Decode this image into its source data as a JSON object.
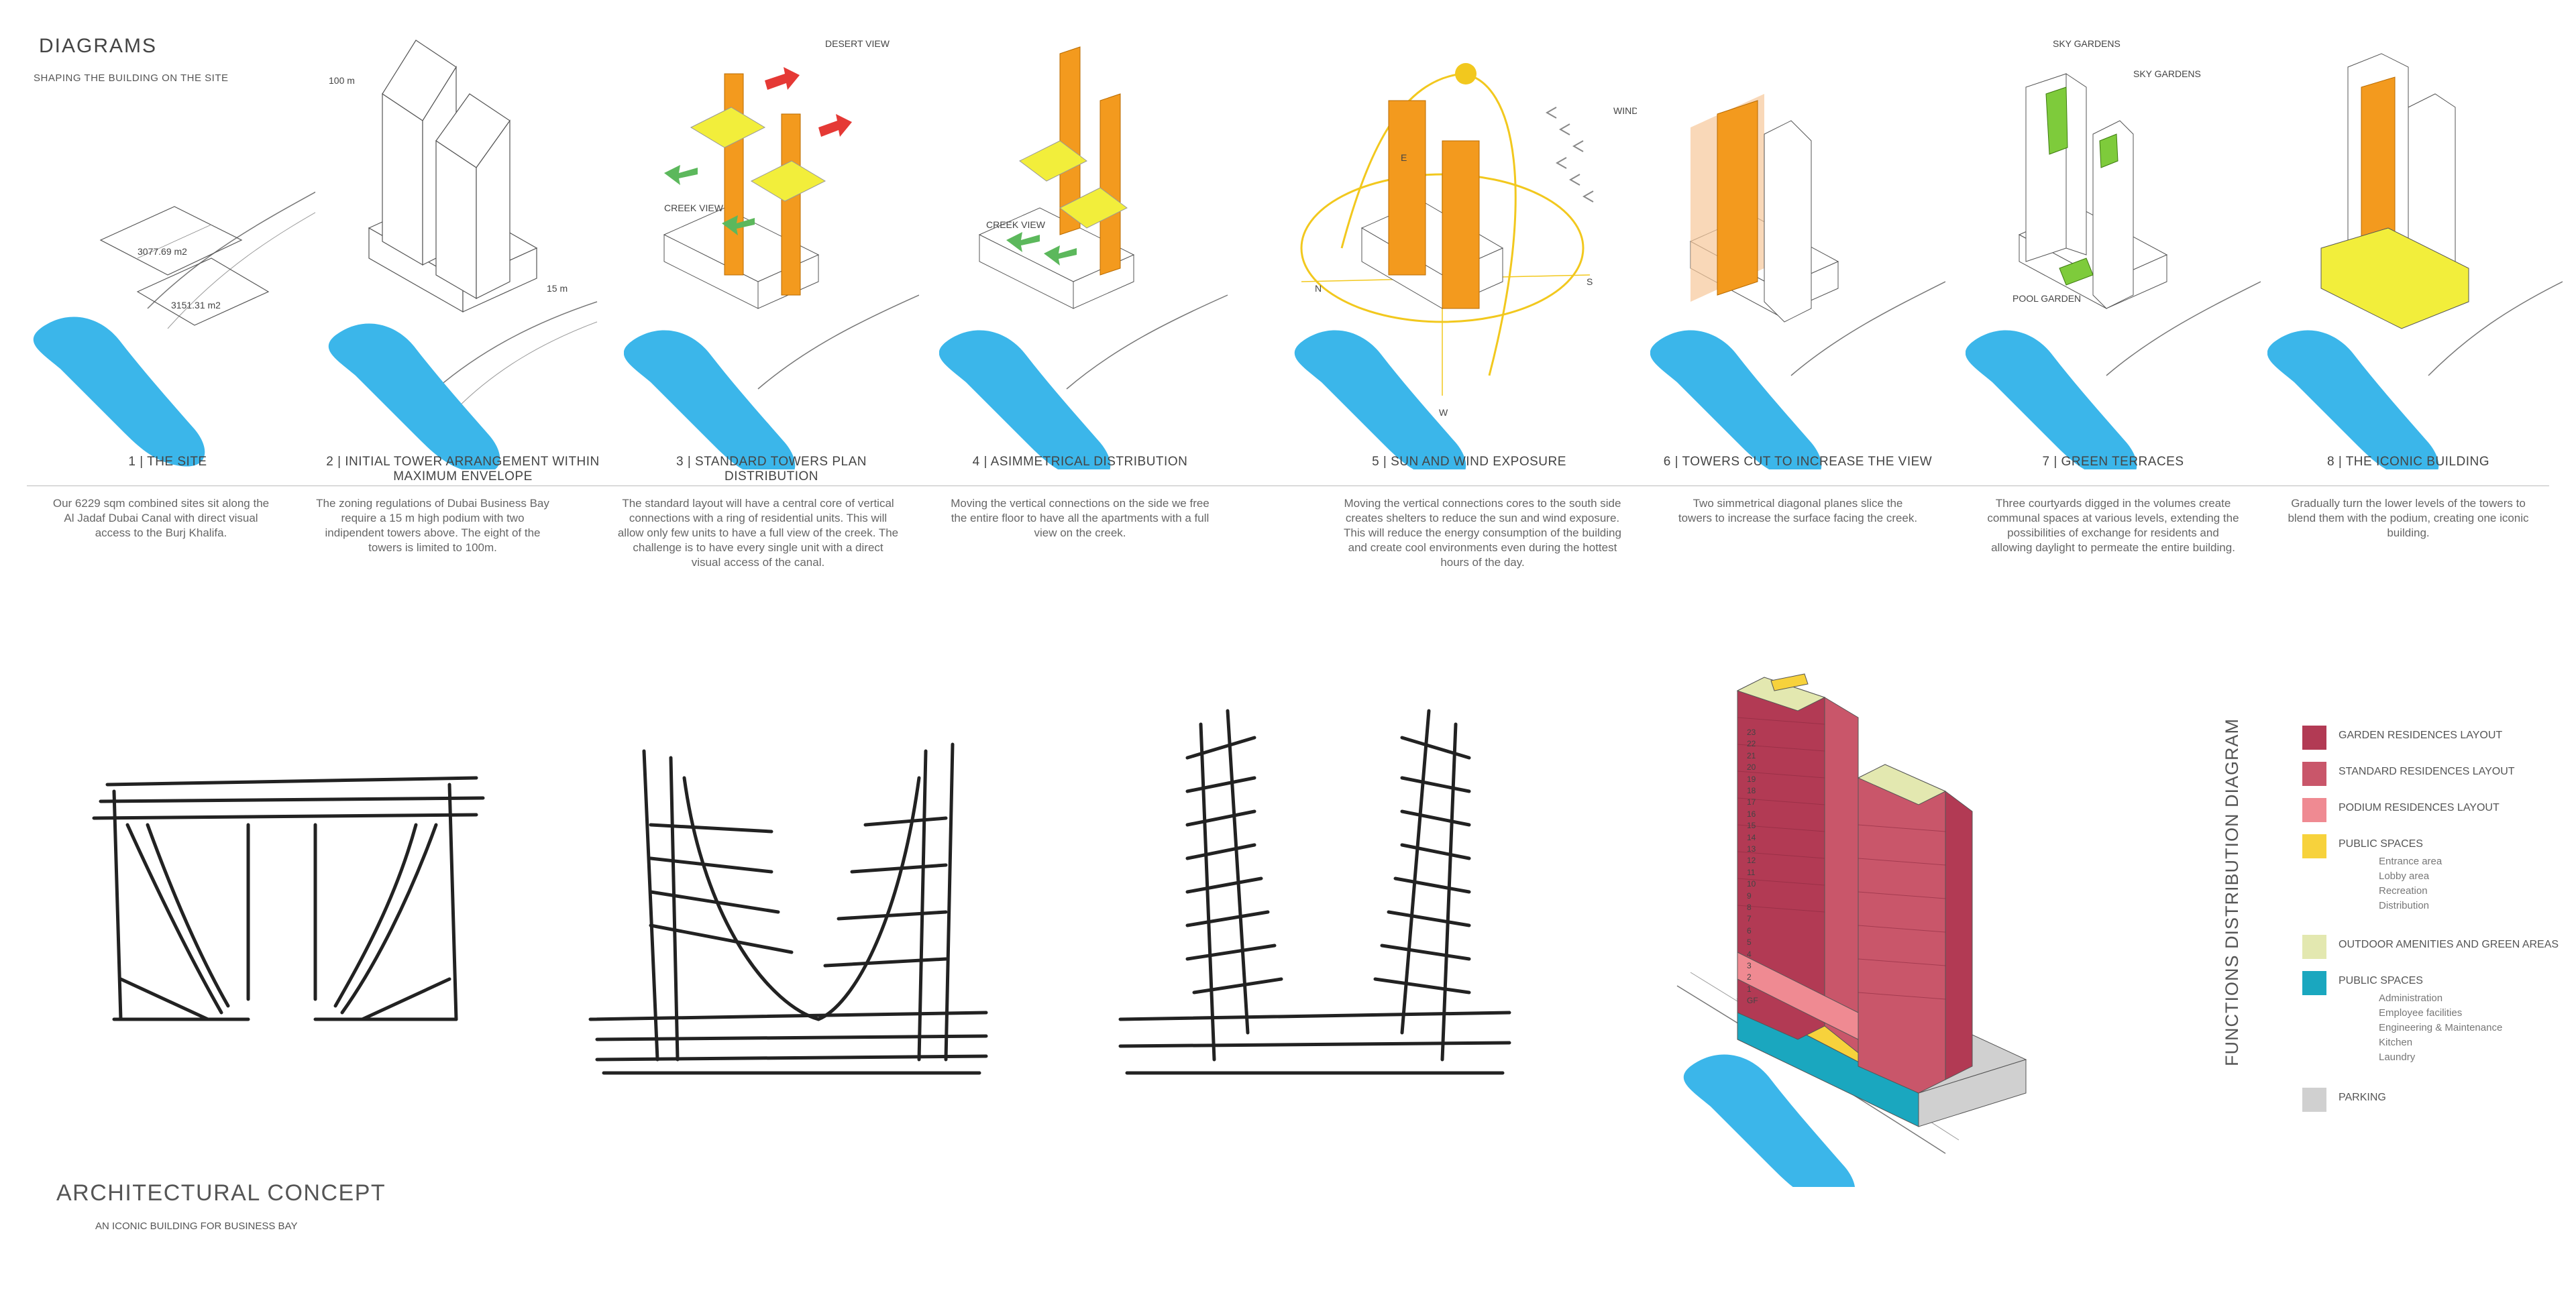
{
  "header": {
    "title": "DIAGRAMS",
    "subtitle": "SHAPING THE BUILDING ON THE SITE"
  },
  "panels": [
    {
      "caption": "1 | THE SITE",
      "description": "Our 6229 sqm combined sites sit along the Al Jadaf Dubai Canal with direct visual access to the Burj Khalifa.",
      "labels": {
        "area_top": "3077.69 m2",
        "area_bottom": "3151.31 m2"
      }
    },
    {
      "caption": "2 | INITIAL TOWER ARRANGEMENT WITHIN MAXIMUM ENVELOPE",
      "description": "The zoning regulations of Dubai Business Bay require a 15 m high podium with two indipendent towers above. The eight of the towers is limited to 100m.",
      "labels": {
        "height_top": "100 m",
        "height_podium": "15 m"
      }
    },
    {
      "caption": "3 | STANDARD TOWERS PLAN DISTRIBUTION",
      "description": "The standard layout will have a central core of vertical connections with a ring of residential units. This will allow only few units to have a full view of the creek. The challenge is to have every single unit with a direct visual access of the canal.",
      "labels": {
        "desert": "DESERT VIEW",
        "creek": "CREEK VIEW"
      }
    },
    {
      "caption": "4 | ASIMMETRICAL DISTRIBUTION",
      "description": "Moving the vertical connections on the side we free the entire floor to have all the apartments with a full view on the creek.",
      "labels": {
        "creek": "CREEK VIEW"
      }
    },
    {
      "caption": "5 | SUN AND WIND EXPOSURE",
      "description": "Moving the vertical connections cores to the south side creates shelters to reduce the sun and wind exposure. This will reduce the energy consumption of the building and create cool environments even during the hottest hours of the day.",
      "labels": {
        "wind": "WIND",
        "n": "N",
        "s": "S",
        "w": "W",
        "e": "E"
      }
    },
    {
      "caption": "6 | TOWERS CUT TO INCREASE THE VIEW",
      "description": "Two simmetrical diagonal planes slice the towers to increase the surface facing the creek."
    },
    {
      "caption": "7 | GREEN TERRACES",
      "description": "Three courtyards digged in the volumes create communal spaces at various levels, extending the possibilities of exchange for residents and allowing daylight to permeate the entire building.",
      "labels": {
        "sky1": "SKY GARDENS",
        "sky2": "SKY GARDENS",
        "pool": "POOL GARDEN"
      }
    },
    {
      "caption": "8 | THE ICONIC BUILDING",
      "description": "Gradually turn the lower levels of the towers to blend them with the podium, creating one iconic building."
    }
  ],
  "concept": {
    "title": "ARCHITECTURAL CONCEPT",
    "subtitle": "AN ICONIC BUILDING FOR BUSINESS BAY"
  },
  "functions": {
    "title": "FUNCTIONS DISTRIBUTION DIAGRAM",
    "floors": [
      "23",
      "22",
      "21",
      "20",
      "19",
      "18",
      "17",
      "16",
      "15",
      "14",
      "13",
      "12",
      "11",
      "10",
      "9",
      "8",
      "7",
      "6",
      "5",
      "4",
      "3",
      "2",
      "1",
      "GF"
    ],
    "legend": [
      {
        "label": "GARDEN RESIDENCES LAYOUT",
        "color": "#b23a54",
        "items": []
      },
      {
        "label": "STANDARD RESIDENCES LAYOUT",
        "color": "#c9566a",
        "items": []
      },
      {
        "label": "PODIUM RESIDENCES LAYOUT",
        "color": "#ef8a92",
        "items": []
      },
      {
        "label": "PUBLIC SPACES",
        "color": "#f7d23c",
        "items": [
          "Entrance area",
          "Lobby area",
          "Recreation",
          "Distribution"
        ]
      },
      {
        "label": "OUTDOOR AMENITIES AND GREEN AREAS",
        "color": "#e3e8b0",
        "items": []
      },
      {
        "label": "PUBLIC SPACES",
        "color": "#1aa7bf",
        "items": [
          "Administration",
          "Employee facilities",
          "Engineering & Maintenance",
          "Kitchen",
          "Laundry"
        ]
      },
      {
        "label": "PARKING",
        "color": "#d0d0d0",
        "items": []
      }
    ]
  },
  "colors": {
    "water": "#3bb6ea",
    "orange": "#f39a1e",
    "yellow": "#f2ee3b",
    "arrow_red": "#e53935",
    "arrow_green": "#5cb85c",
    "sun": "#f2c81e"
  }
}
